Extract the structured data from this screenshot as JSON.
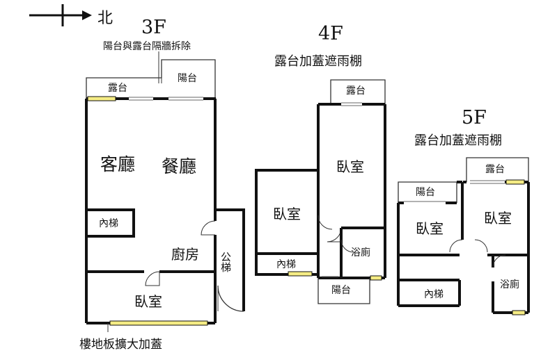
{
  "compass": {
    "label": "北"
  },
  "floor3": {
    "title": "3F",
    "note": "陽台與露台隔牆拆除",
    "rooms": {
      "terrace": "露台",
      "balcony": "陽台",
      "living": "客廳",
      "dining": "餐廳",
      "stairs": "內梯",
      "kitchen": "廚房",
      "public_stairs": "公梯",
      "bedroom": "臥室"
    },
    "footnote": "樓地板擴大加蓋"
  },
  "floor4": {
    "title": "4F",
    "note": "露台加蓋遮雨棚",
    "rooms": {
      "terrace": "露台",
      "bedroom_main": "臥室",
      "bedroom_side": "臥室",
      "stairs": "內梯",
      "bathroom": "浴廁",
      "balcony": "陽台"
    }
  },
  "floor5": {
    "title": "5F",
    "note": "露台加蓋遮雨棚",
    "rooms": {
      "terrace": "露台",
      "balcony": "陽台",
      "bedroom_left": "臥室",
      "bedroom_right": "臥室",
      "stairs": "內梯",
      "bathroom": "浴廁"
    }
  },
  "colors": {
    "wall": "#111111",
    "window_highlight": "#f5ec84",
    "thin_line": "#333333"
  }
}
